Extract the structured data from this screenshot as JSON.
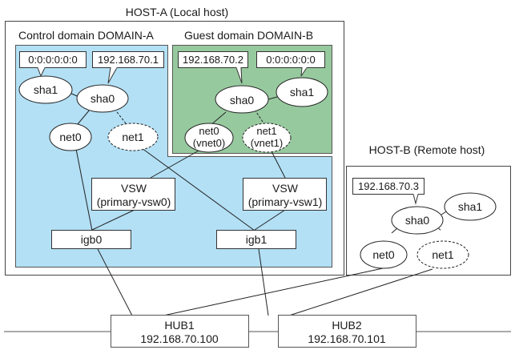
{
  "host_a": {
    "title": "HOST-A (Local host)",
    "control_domain": {
      "title": "Control domain DOMAIN-A",
      "sha1_addr": "0:0:0:0:0:0",
      "sha0_addr": "192.168.70.1",
      "sha1": "sha1",
      "sha0": "sha0",
      "net0": "net0",
      "net1": "net1",
      "vsw0_l1": "VSW",
      "vsw0_l2": "(primary-vsw0)",
      "vsw1_l1": "VSW",
      "vsw1_l2": "(primary-vsw1)",
      "igb0": "igb0",
      "igb1": "igb1"
    },
    "guest_domain": {
      "title": "Guest domain DOMAIN-B",
      "sha0_addr": "192.168.70.2",
      "sha1_addr": "0:0:0:0:0:0",
      "sha0": "sha0",
      "sha1": "sha1",
      "net0_l1": "net0",
      "net0_l2": "(vnet0)",
      "net1_l1": "net1",
      "net1_l2": "(vnet1)"
    }
  },
  "host_b": {
    "title": "HOST-B (Remote host)",
    "sha0_addr": "192.168.70.3",
    "sha0": "sha0",
    "sha1": "sha1",
    "net0": "net0",
    "net1": "net1"
  },
  "hubs": [
    {
      "name": "HUB1",
      "addr": "192.168.70.100"
    },
    {
      "name": "HUB2",
      "addr": "192.168.70.101"
    }
  ],
  "colors": {
    "control_domain_fill": "#b3e0f5",
    "guest_domain_fill": "#97c99e",
    "line": "#222222"
  }
}
